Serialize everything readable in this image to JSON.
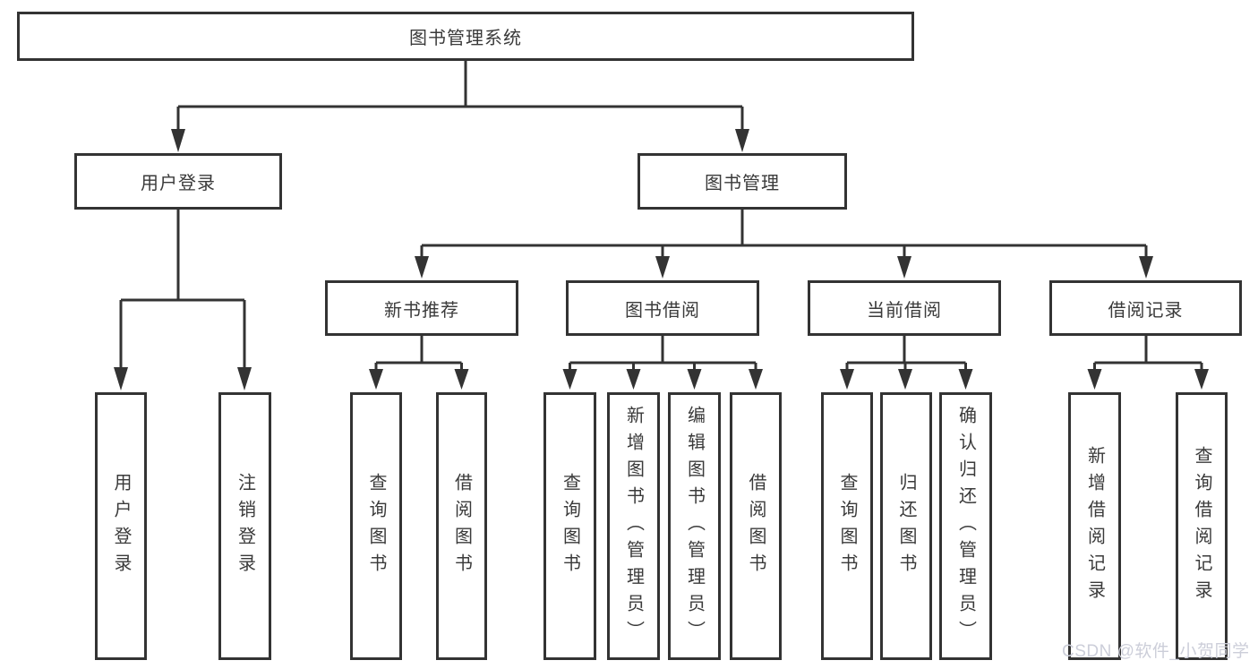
{
  "diagram": {
    "root": {
      "label": "图书管理系统"
    },
    "branches": [
      {
        "label": "用户登录",
        "children": [
          {
            "label": "用户登录"
          },
          {
            "label": "注销登录"
          }
        ]
      },
      {
        "label": "图书管理",
        "children": [
          {
            "label": "新书推荐",
            "children": [
              {
                "label": "查询图书"
              },
              {
                "label": "借阅图书"
              }
            ]
          },
          {
            "label": "图书借阅",
            "children": [
              {
                "label": "查询图书"
              },
              {
                "label": "新增图书（管理员）"
              },
              {
                "label": "编辑图书（管理员）"
              },
              {
                "label": "借阅图书"
              }
            ]
          },
          {
            "label": "当前借阅",
            "children": [
              {
                "label": "查询图书"
              },
              {
                "label": "归还图书"
              },
              {
                "label": "确认归还（管理员）"
              }
            ]
          },
          {
            "label": "借阅记录",
            "children": [
              {
                "label": "新增借阅记录"
              },
              {
                "label": "查询借阅记录"
              }
            ]
          }
        ]
      }
    ]
  },
  "watermark": {
    "text": "CSDN @软件_小贺同学"
  },
  "colors": {
    "background": "#ffffff",
    "line": "#333333",
    "box_border": "#333333",
    "box_fill": "#ffffff",
    "text": "#3a3a3a",
    "watermark": "#ccced9"
  }
}
